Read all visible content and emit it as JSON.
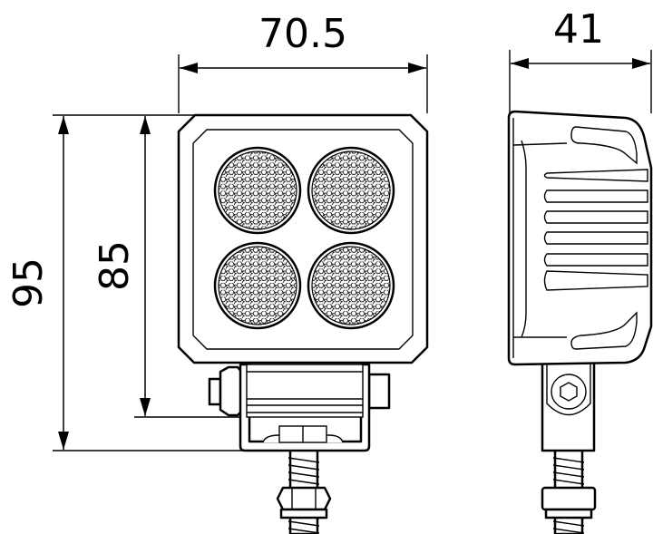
{
  "dimensions": {
    "width": "70.5",
    "depth": "41",
    "total_height": "95",
    "housing_height": "85"
  },
  "led_count": 4
}
